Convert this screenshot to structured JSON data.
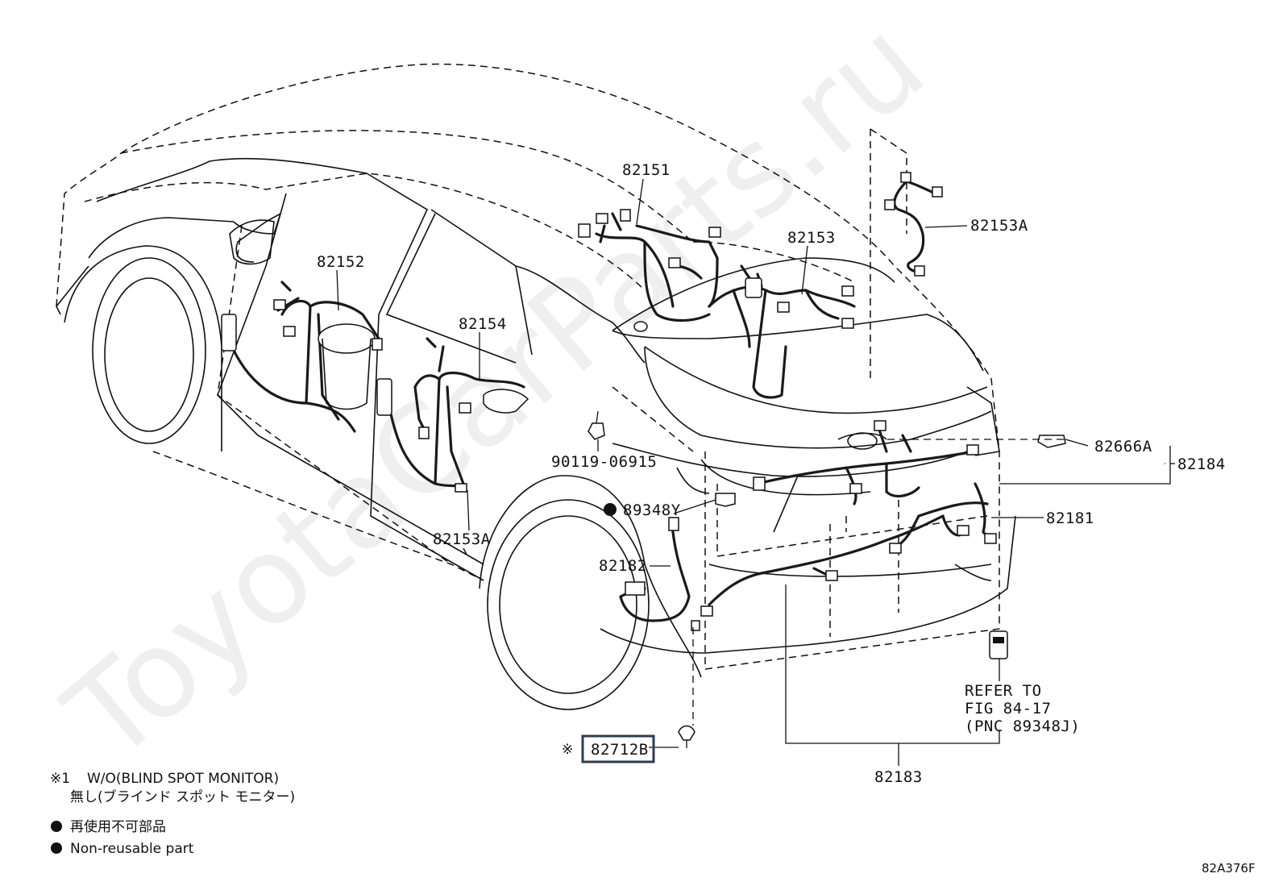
{
  "watermark": "ToyotaCarParts.ru",
  "parts": {
    "p82151": "82151",
    "p82152": "82152",
    "p82153": "82153",
    "p82153A_top": "82153A",
    "p82154": "82154",
    "p82153A_bottom": "82153A",
    "p90119": "90119-06915",
    "p89348Y": "89348Y",
    "p82666A": "82666A",
    "p82184": "82184",
    "p82181": "82181",
    "p82182": "82182",
    "p82183": "82183",
    "p82712B": "82712B"
  },
  "refer": {
    "line1": "REFER TO",
    "line2": "FIG 84-17",
    "line3": "(PNC 89348J)"
  },
  "legend": {
    "note_mark": "※1",
    "note_en": "W/O(BLIND SPOT MONITOR)",
    "note_jp": "無し(ブラインド スポット モニター)",
    "nonreusable_jp": "再使用不可部品",
    "nonreusable_en": "Non-reusable part",
    "ref_mark": "※"
  },
  "diagram_code": "82A376F"
}
